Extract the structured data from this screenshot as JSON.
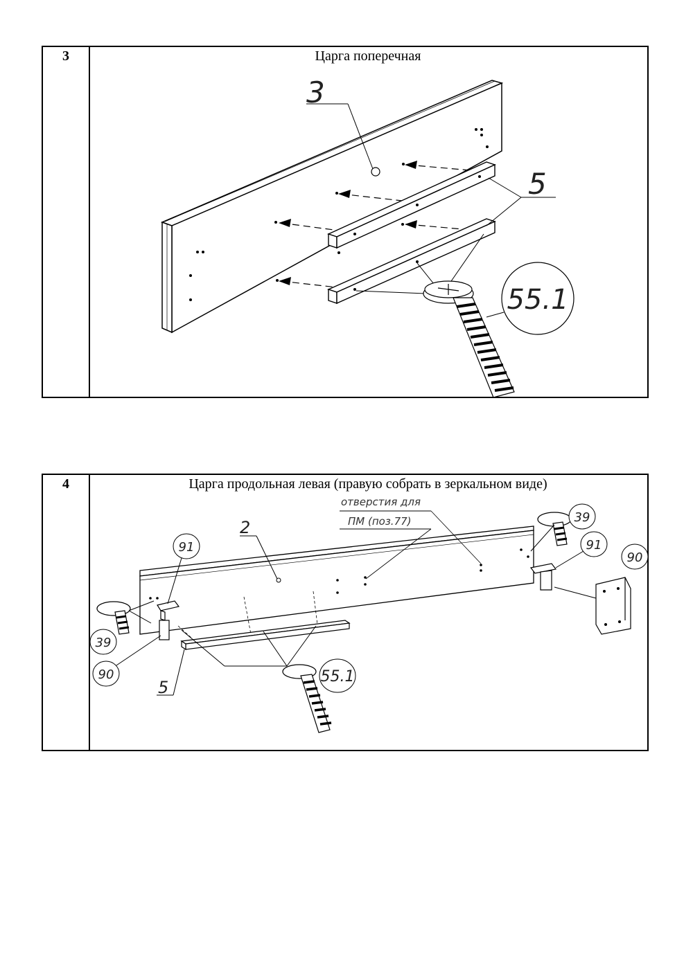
{
  "steps": [
    {
      "number": "3",
      "title": "Царга поперечная",
      "callouts": {
        "panel": "3",
        "bar": "5",
        "screw": "55.1"
      }
    },
    {
      "number": "4",
      "title": "Царга продольная левая (правую собрать в зеркальном виде)",
      "callouts": {
        "panel": "2",
        "hole_note_line1": "отверстия для",
        "hole_note_line2": "ПМ (поз.77)",
        "bracket_left": "91",
        "bracket_right": "91",
        "screw_left": "39",
        "screw_right": "39",
        "plate_left": "90",
        "plate_right": "90",
        "bar": "5",
        "screw_center": "55.1"
      }
    }
  ]
}
